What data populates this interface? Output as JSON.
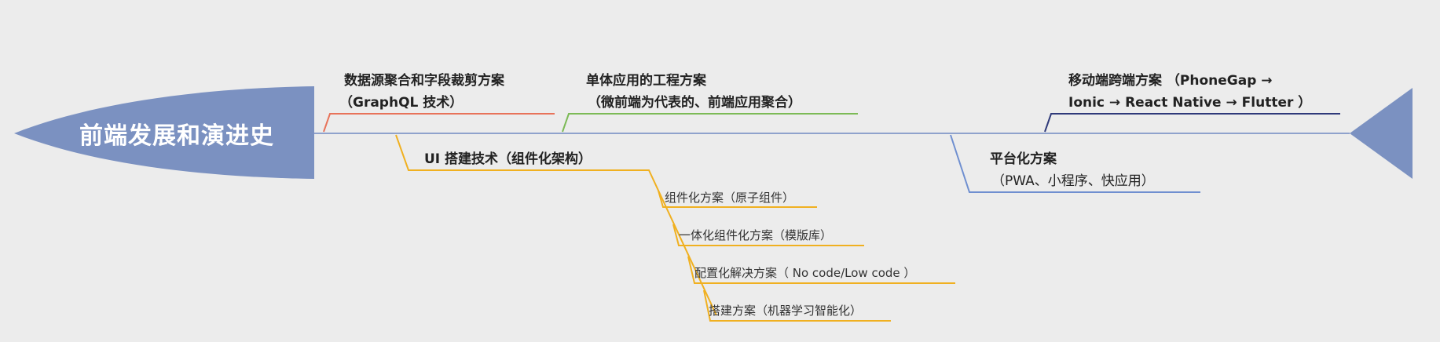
{
  "diagram": {
    "title": "前端发展和演进史",
    "colors": {
      "head": "#7b91c1",
      "spine": "#8fa2cc",
      "red": "#e8735a",
      "green": "#7cba56",
      "orange": "#f0b020",
      "navy": "#2f3a7a",
      "blue": "#6f8fd0"
    },
    "branches": {
      "graphql": {
        "line1": "数据源聚合和字段裁剪方案",
        "line2": "（GraphQL 技术）"
      },
      "engineering": {
        "line1": "单体应用的工程方案",
        "line2": "（微前端为代表的、前端应用聚合）"
      },
      "mobile": {
        "line1": "移动端跨端方案 （PhoneGap →",
        "line2": "Ionic → React Native → Flutter ）"
      },
      "ui": {
        "label": "UI 搭建技术（组件化架构）",
        "children": [
          "组件化方案（原子组件）",
          "一体化组件化方案（模版库）",
          "配置化解决方案（ No code/Low code ）",
          "搭建方案（机器学习智能化）"
        ]
      },
      "platform": {
        "line1": "平台化方案",
        "line2": "（PWA、小程序、快应用）"
      }
    }
  }
}
